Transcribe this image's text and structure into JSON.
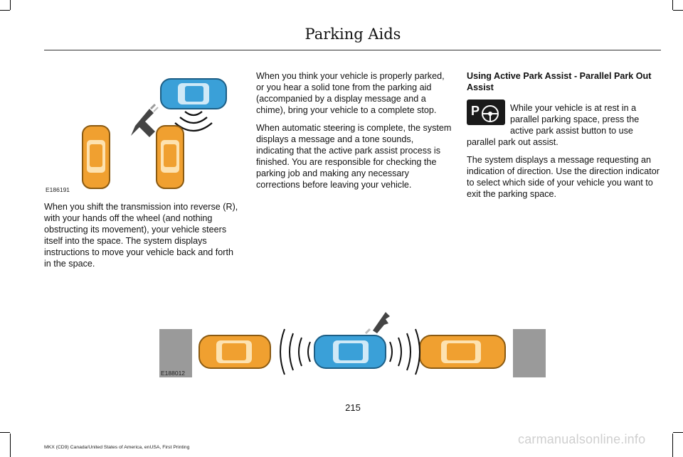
{
  "header": {
    "title": "Parking Aids"
  },
  "figures": {
    "top_id": "E186191",
    "bottom_id": "E188012"
  },
  "column1": {
    "paragraph1": "When you shift the transmission into reverse (R), with your hands off the wheel (and nothing obstructing its movement), your vehicle steers itself into the space. The system displays instructions to move your vehicle back and forth in the space."
  },
  "column2": {
    "paragraph1": "When you think your vehicle is properly parked, or you hear a solid tone from the parking aid (accompanied by a display message and a chime), bring your vehicle to a complete stop.",
    "paragraph2": "When automatic steering is complete, the system displays a message and a tone sounds, indicating that the active park assist process is finished. You are responsible for checking the parking job and making any necessary corrections before leaving your vehicle."
  },
  "column3": {
    "heading": "Using Active Park Assist - Parallel Park Out Assist",
    "paragraph1": "While your vehicle is at rest in a parallel parking space, press the active park assist button to use parallel park out assist.",
    "paragraph2": "The system displays a message requesting an indication of direction. Use the direction indicator to select which side of your vehicle you want to exit the parking space."
  },
  "footer": {
    "page_number": "215",
    "printing": "MKX (CD9) Canada/United States of America, enUSA, First Printing",
    "watermark": "carmanualsonline.info"
  },
  "colors": {
    "parked_car": "#f0a030",
    "active_car": "#3aa0d8",
    "arrow": "#444444"
  },
  "icons": [
    "park-assist-icon",
    "direction-arrow-icon",
    "sensor-wave-icon"
  ]
}
